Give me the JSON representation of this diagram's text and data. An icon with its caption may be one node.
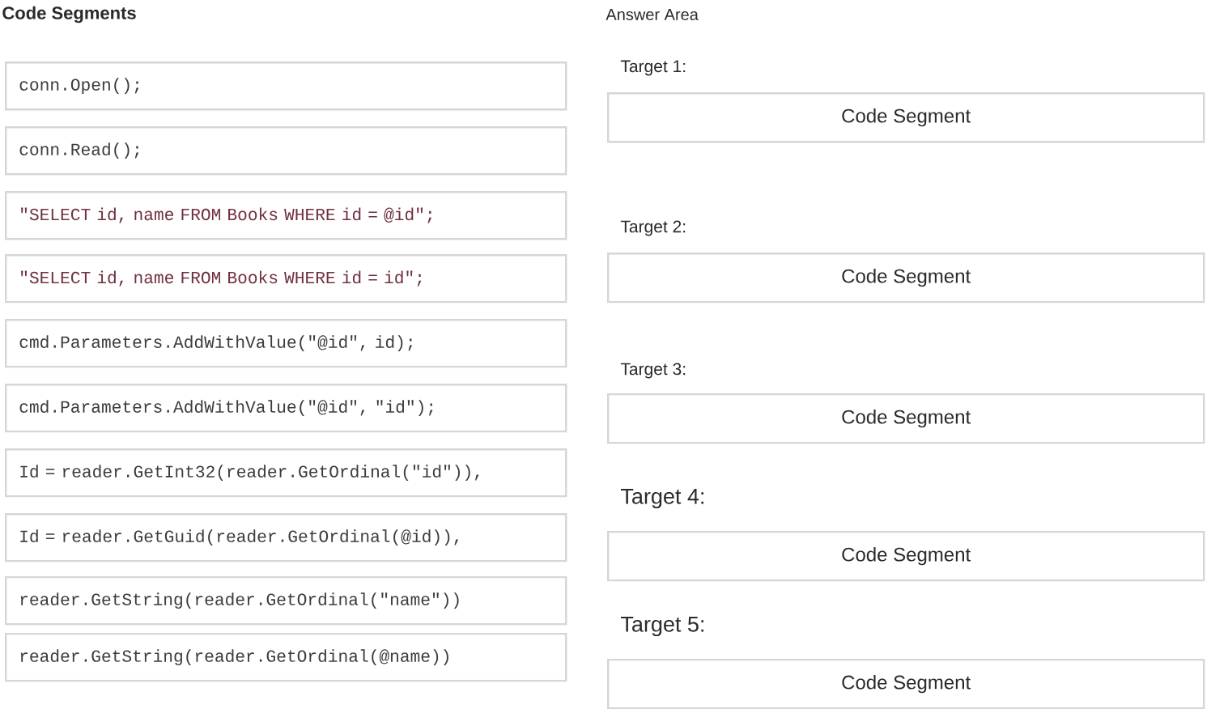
{
  "diagram": {
    "nodes": [
      {
        "text": [
          "conn.Open();"
        ]
      },
      {
        "text": [
          "conn.Read();"
        ]
      },
      {
        "text": [
          "\"SELECT id, name FROM Books WHERE id = @id\";"
        ]
      },
      {
        "text": [
          "\"SELECT id, name FROM Books WHERE id = id\";"
        ]
      },
      {
        "text": [
          "cmd.Parameters.AddWithValue(\"@id\", id);"
        ]
      },
      {
        "text": [
          "cmd.Parameters.AddWithValue(\"@id\", \"id\");"
        ]
      },
      {
        "text": [
          "Id = reader.GetInt32(reader.GetOrdinal(\"id\")),"
        ]
      },
      {
        "text": [
          "Id = reader.GetGuid(reader.GetOrdinal(@id)),"
        ]
      },
      {
        "text": [
          "reader.GetString(reader.GetOrdinal(\"name\"))"
        ]
      },
      {
        "text": [
          "reader.GetString(reader.GetOrdinal(@name))"
        ]
      },
      {
        "text": [
          "Target 1:",
          "Code Segment"
        ]
      },
      {
        "text": [
          "Target 2:",
          "Code Segment"
        ]
      },
      {
        "text": [
          "Target 3:",
          "Code Segment"
        ]
      },
      {
        "text": [
          "Target 4:",
          "Code Segment"
        ]
      },
      {
        "text": [
          "Target 5:",
          "Code Segment"
        ]
      }
    ],
    "labels": [
      "Code Segments",
      "Answer Area"
    ]
  }
}
